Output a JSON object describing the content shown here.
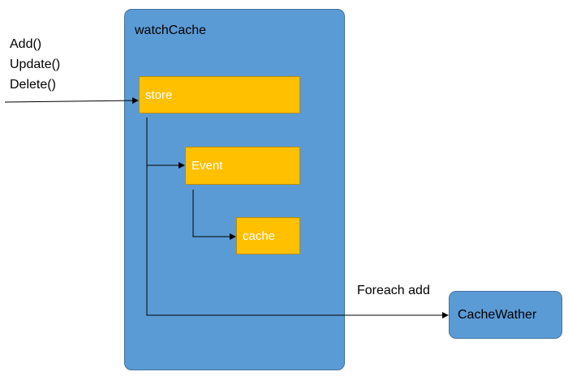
{
  "operations": [
    "Add()",
    "Update()",
    "Delete()"
  ],
  "container": {
    "title": "watchCache"
  },
  "boxes": {
    "store": "store",
    "event": "Event",
    "cache": "cache"
  },
  "watcher": {
    "label": "CacheWather"
  },
  "edge_label": "Foreach add",
  "colors": {
    "container_fill": "#5b9bd5",
    "box_fill": "#ffc000",
    "arrow": "#000000"
  }
}
